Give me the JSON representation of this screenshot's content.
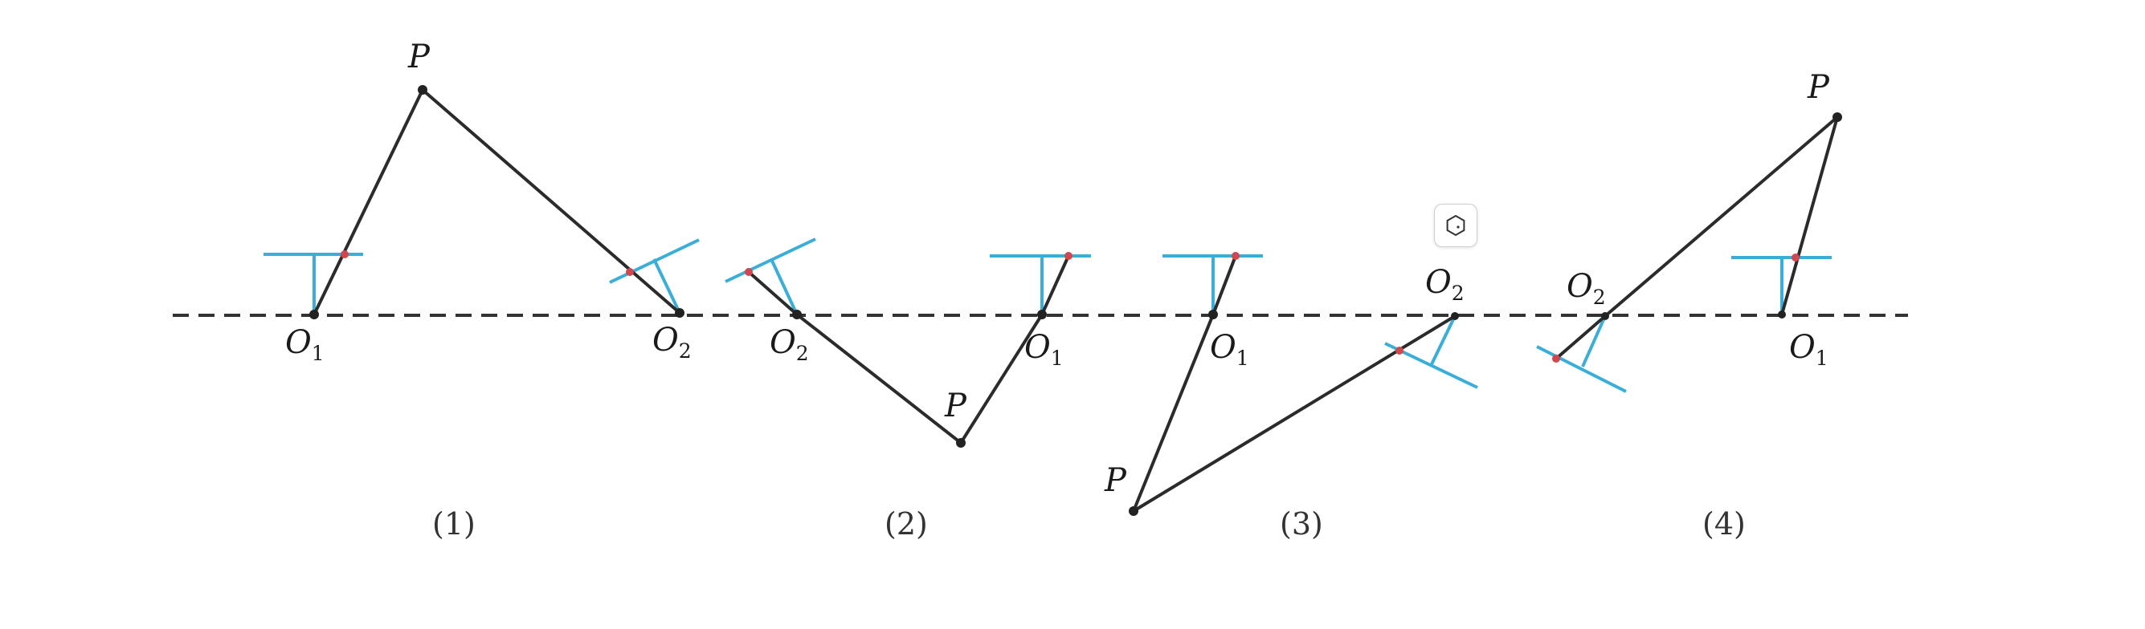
{
  "colors": {
    "baseline": "#333333",
    "segment": "#2b2b2b",
    "mirror": "#3aaed8",
    "contact_point": "#d0474f",
    "vertex": "#222222",
    "label": "#1a1a1a",
    "caption": "#333333"
  },
  "panels": [
    {
      "caption": "(1)",
      "labels": {
        "p": "P",
        "o1": "O",
        "o1_sub": "1",
        "o2": "O",
        "o2_sub": "2"
      }
    },
    {
      "caption": "(2)",
      "labels": {
        "p": "P",
        "o1": "O",
        "o1_sub": "1",
        "o2": "O",
        "o2_sub": "2"
      }
    },
    {
      "caption": "(3)",
      "labels": {
        "p": "P",
        "o1": "O",
        "o1_sub": "1",
        "o2": "O",
        "o2_sub": "2"
      }
    },
    {
      "caption": "(4)",
      "labels": {
        "p": "P",
        "o1": "O",
        "o1_sub": "1",
        "o2": "O",
        "o2_sub": "2"
      }
    }
  ],
  "widget": {
    "icon": "hexagon-icon"
  }
}
